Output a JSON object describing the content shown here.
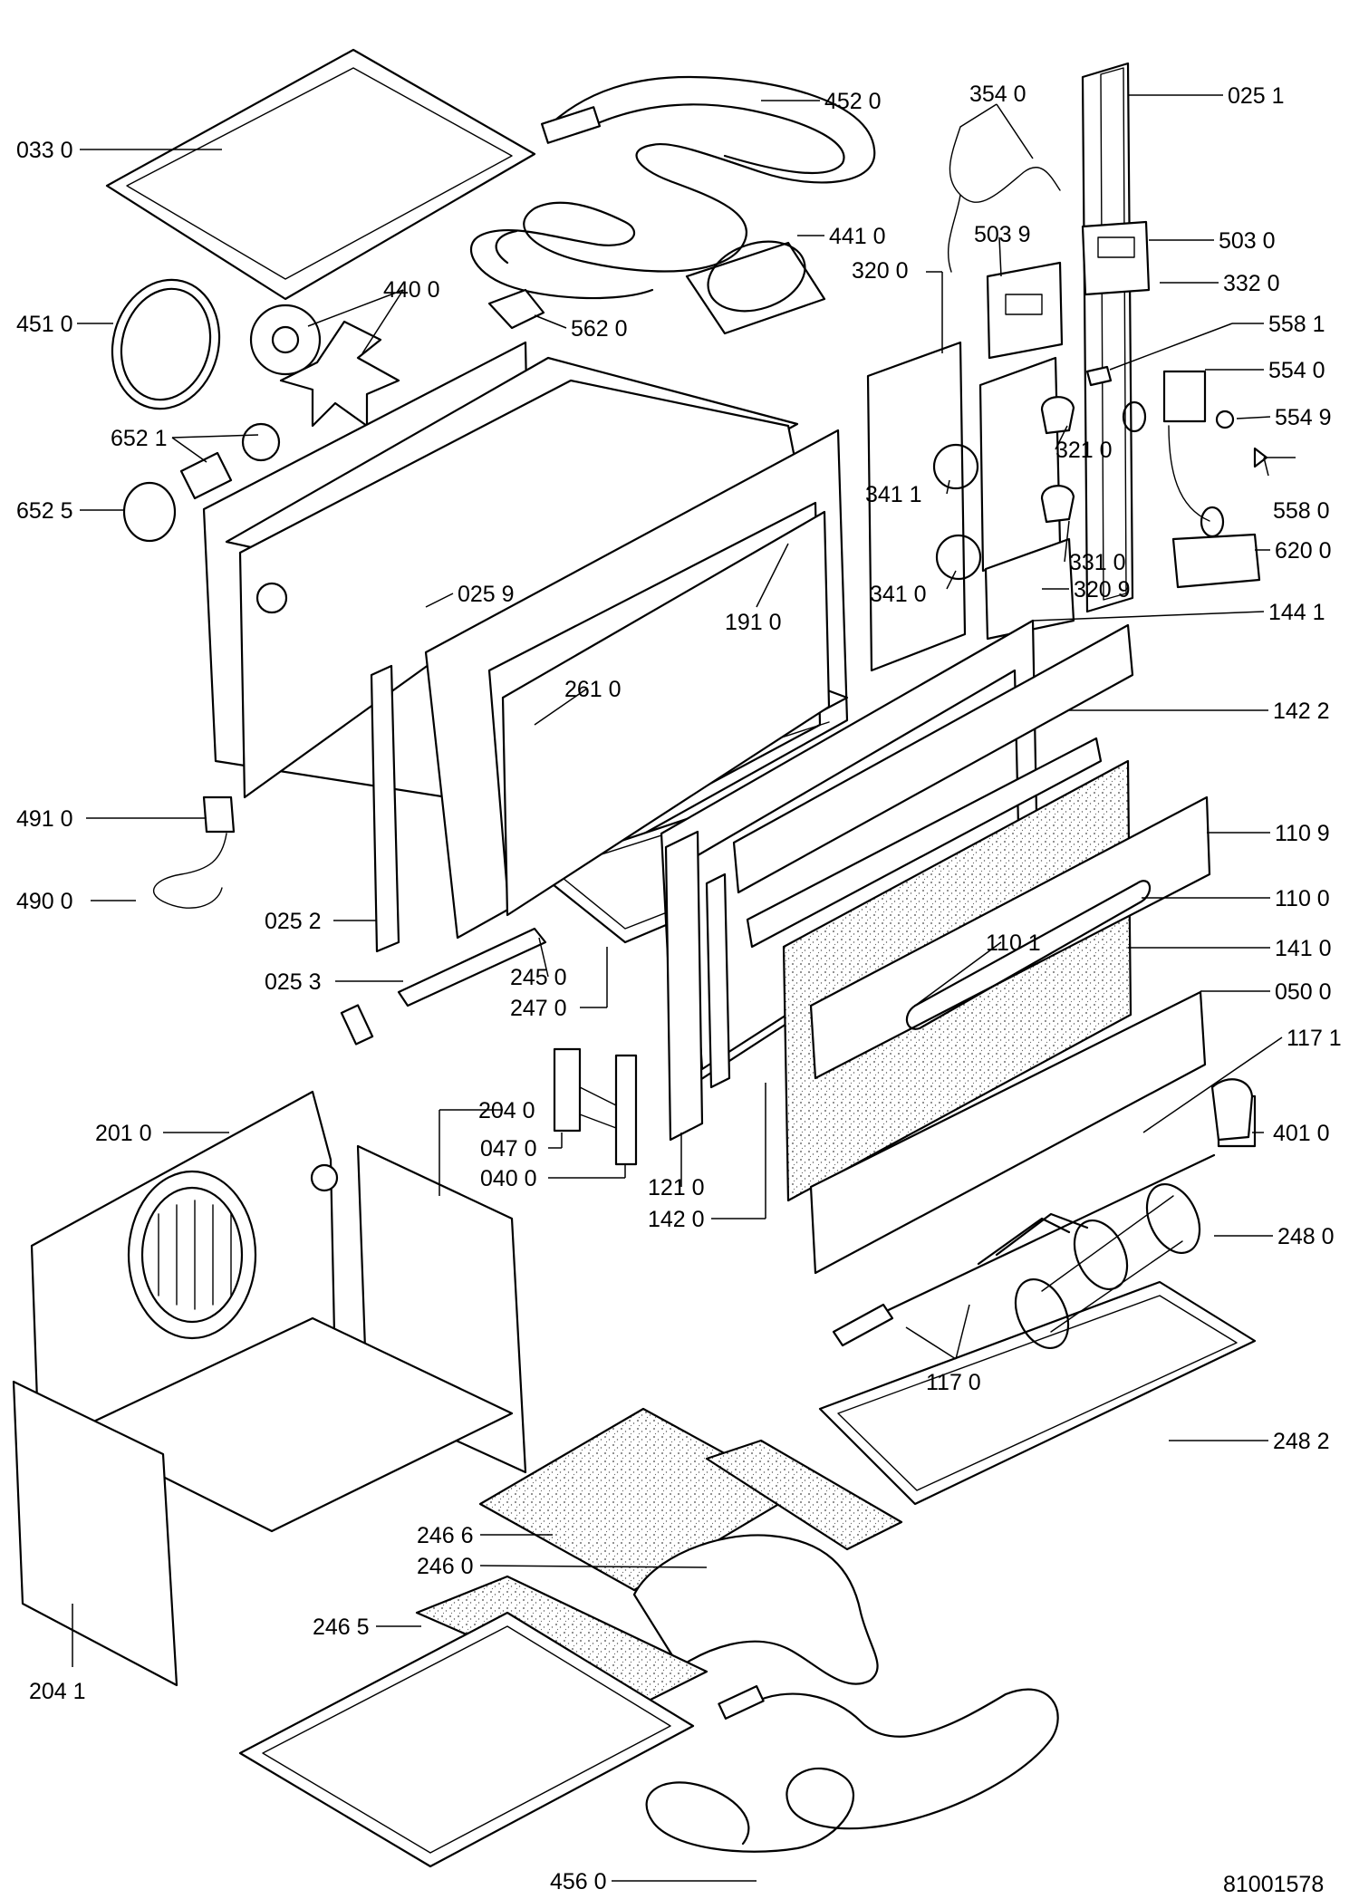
{
  "document_number": "81001578",
  "parts": [
    {
      "id": "p0330",
      "label": "033 0"
    },
    {
      "id": "p4520",
      "label": "452 0"
    },
    {
      "id": "p3540",
      "label": "354 0"
    },
    {
      "id": "p0251",
      "label": "025 1"
    },
    {
      "id": "p4410",
      "label": "441 0"
    },
    {
      "id": "p5039",
      "label": "503 9"
    },
    {
      "id": "p5030",
      "label": "503 0"
    },
    {
      "id": "p3200",
      "label": "320 0"
    },
    {
      "id": "p4400",
      "label": "440 0"
    },
    {
      "id": "p3320",
      "label": "332 0"
    },
    {
      "id": "p4510",
      "label": "451 0"
    },
    {
      "id": "p5620",
      "label": "562 0"
    },
    {
      "id": "p5581",
      "label": "558 1"
    },
    {
      "id": "p5540",
      "label": "554 0"
    },
    {
      "id": "p6521",
      "label": "652 1"
    },
    {
      "id": "p3210",
      "label": "321 0"
    },
    {
      "id": "p5549",
      "label": "554 9"
    },
    {
      "id": "p6525",
      "label": "652 5"
    },
    {
      "id": "p3411",
      "label": "341 1"
    },
    {
      "id": "p5580",
      "label": "558 0"
    },
    {
      "id": "p6200",
      "label": "620 0"
    },
    {
      "id": "p3310",
      "label": "331 0"
    },
    {
      "id": "p0259",
      "label": "025 9"
    },
    {
      "id": "p3410",
      "label": "341 0"
    },
    {
      "id": "p3209",
      "label": "320 9"
    },
    {
      "id": "p1910",
      "label": "191 0"
    },
    {
      "id": "p1441",
      "label": "144 1"
    },
    {
      "id": "p2610",
      "label": "261 0"
    },
    {
      "id": "p1422",
      "label": "142 2"
    },
    {
      "id": "p4910",
      "label": "491 0"
    },
    {
      "id": "p1109",
      "label": "110 9"
    },
    {
      "id": "p4900",
      "label": "490 0"
    },
    {
      "id": "p1100",
      "label": "110 0"
    },
    {
      "id": "p0252",
      "label": "025 2"
    },
    {
      "id": "p1101",
      "label": "110 1"
    },
    {
      "id": "p1410",
      "label": "141 0"
    },
    {
      "id": "p0253",
      "label": "025 3"
    },
    {
      "id": "p2450",
      "label": "245 0"
    },
    {
      "id": "p0500",
      "label": "050 0"
    },
    {
      "id": "p2470",
      "label": "247 0"
    },
    {
      "id": "p1171",
      "label": "117 1"
    },
    {
      "id": "p2040",
      "label": "204 0"
    },
    {
      "id": "p2010",
      "label": "201 0"
    },
    {
      "id": "p4010",
      "label": "401 0"
    },
    {
      "id": "p0470",
      "label": "047 0"
    },
    {
      "id": "p0400",
      "label": "040 0"
    },
    {
      "id": "p1210",
      "label": "121 0"
    },
    {
      "id": "p1420",
      "label": "142 0"
    },
    {
      "id": "p2480",
      "label": "248 0"
    },
    {
      "id": "p1170",
      "label": "117 0"
    },
    {
      "id": "p2482",
      "label": "248 2"
    },
    {
      "id": "p2466",
      "label": "246 6"
    },
    {
      "id": "p2460",
      "label": "246 0"
    },
    {
      "id": "p2465",
      "label": "246 5"
    },
    {
      "id": "p2041",
      "label": "204 1"
    },
    {
      "id": "p4560",
      "label": "456 0"
    }
  ]
}
